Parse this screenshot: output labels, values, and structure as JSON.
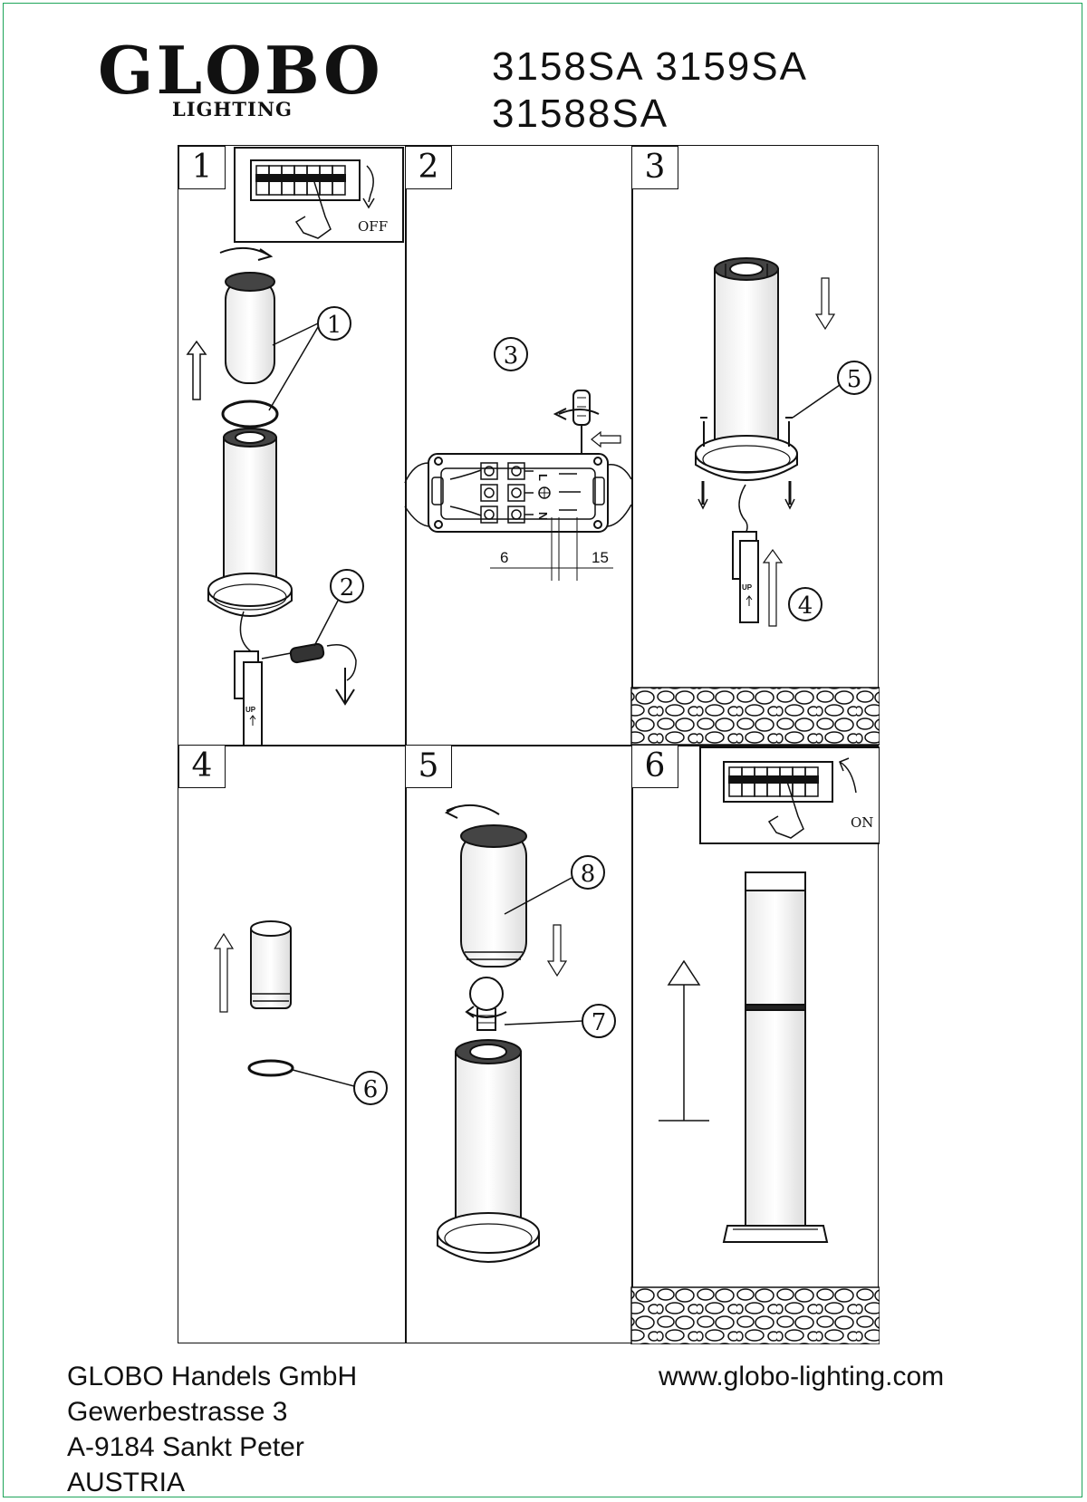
{
  "brand": {
    "name": "GLOBO",
    "sub": "LIGHTING"
  },
  "models": {
    "line1": "3158SA 3159SA",
    "line2": "31588SA"
  },
  "steps": [
    {
      "number": "1",
      "switch_label": "OFF",
      "callouts": [
        "1",
        "2"
      ]
    },
    {
      "number": "2",
      "callouts": [
        "3"
      ],
      "terminal_labels": [
        "L",
        "N"
      ],
      "dims": [
        "6",
        "15"
      ]
    },
    {
      "number": "3",
      "callouts": [
        "5",
        "4"
      ]
    },
    {
      "number": "4",
      "callouts": [
        "6"
      ]
    },
    {
      "number": "5",
      "callouts": [
        "8",
        "7"
      ]
    },
    {
      "number": "6",
      "switch_label": "ON"
    }
  ],
  "part_labels": {
    "up": "UP"
  },
  "footer": {
    "company": "GLOBO Handels GmbH",
    "street": "Gewerbestrasse 3",
    "city": "A-9184 Sankt Peter",
    "country": "AUSTRIA",
    "website": "www.globo-lighting.com"
  }
}
